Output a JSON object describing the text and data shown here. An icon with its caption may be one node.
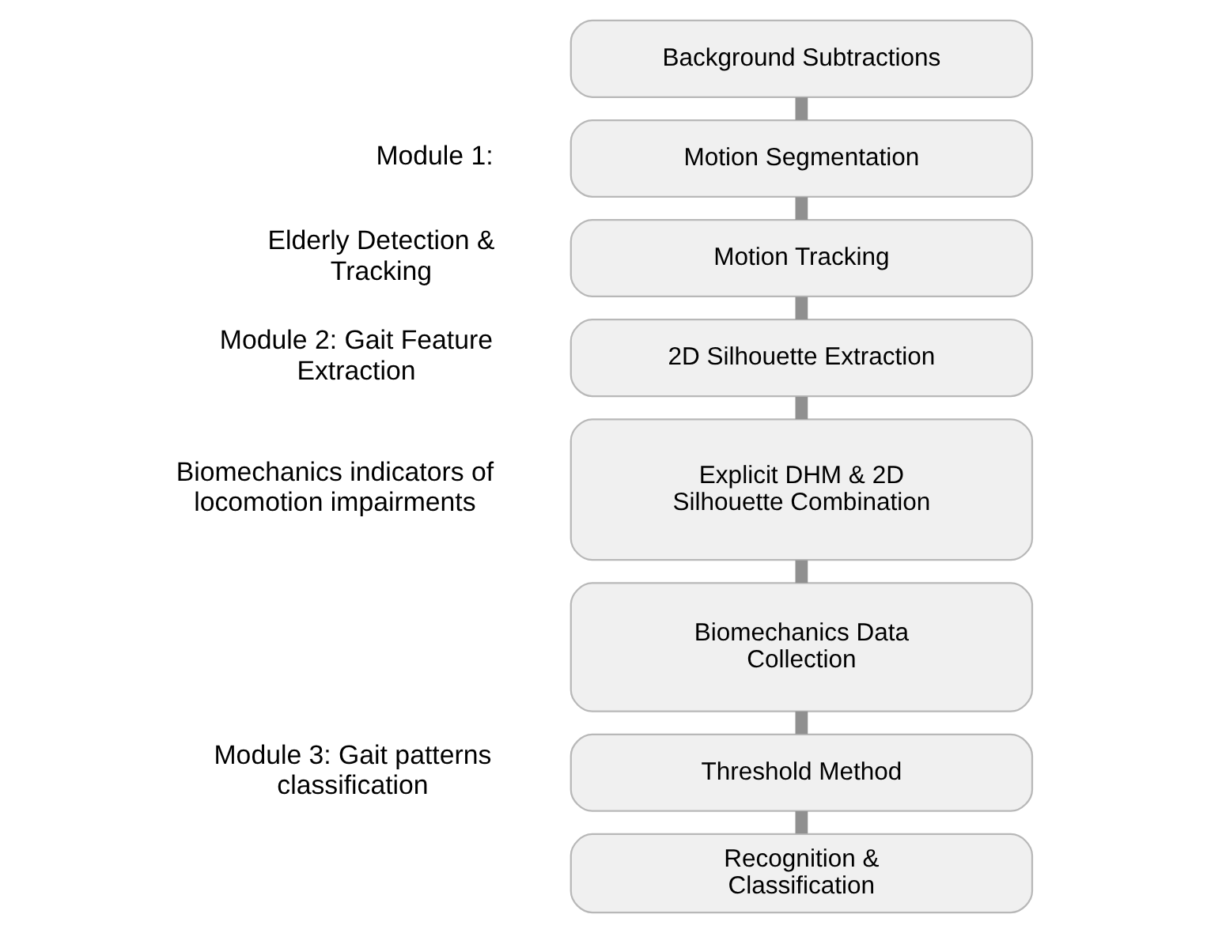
{
  "diagram": {
    "nodes": [
      {
        "text": [
          "Background Subtractions"
        ]
      },
      {
        "text": [
          "Motion Segmentation"
        ]
      },
      {
        "text": [
          "Motion Tracking"
        ]
      },
      {
        "text": [
          "2D Silhouette Extraction"
        ]
      },
      {
        "text": [
          "Explicit DHM & 2D Silhouette Combination"
        ]
      },
      {
        "text": [
          "Biomechanics Data Collection"
        ]
      },
      {
        "text": [
          "Threshold Method"
        ]
      },
      {
        "text": [
          "Recognition & Classification"
        ]
      }
    ],
    "edges": [
      {
        "from": 0,
        "to": 1,
        "arrow": "none"
      },
      {
        "from": 1,
        "to": 2,
        "arrow": "none"
      },
      {
        "from": 2,
        "to": 3,
        "arrow": "none"
      },
      {
        "from": 3,
        "to": 4,
        "arrow": "none"
      },
      {
        "from": 4,
        "to": 5,
        "arrow": "none"
      },
      {
        "from": 5,
        "to": 6,
        "arrow": "none"
      },
      {
        "from": 6,
        "to": 7,
        "arrow": "none"
      }
    ],
    "labels": [
      "Module 1:",
      "Elderly Detection & Tracking",
      "Module 2: Gait Feature Extraction",
      "Biomechanics indicators of locomotion impairments",
      "Module 3: Gait patterns classification"
    ]
  }
}
